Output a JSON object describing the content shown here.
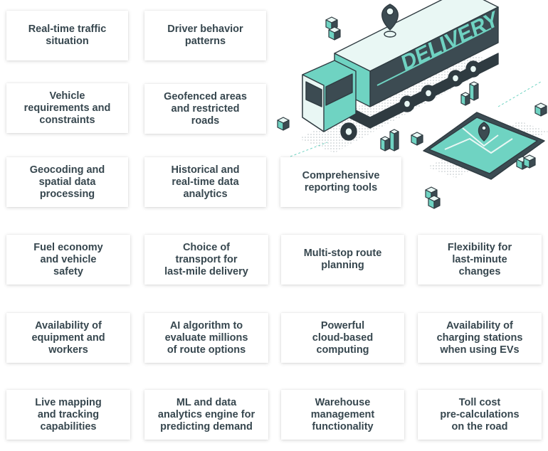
{
  "illustration": {
    "truck_sign": "DELIVERY",
    "colors": {
      "accent": "#6fd3c2",
      "dark": "#37474f",
      "line": "#2f3b41",
      "card_text": "#37474f"
    },
    "icons": [
      "delivery-truck-icon",
      "smartphone-map-icon",
      "location-pin-icon",
      "package-boxes-icon",
      "bar-chart-icon"
    ]
  },
  "cards": [
    {
      "id": "real-time-traffic",
      "text": "Real-time traffic\nsituation"
    },
    {
      "id": "driver-behavior",
      "text": "Driver behavior\npatterns"
    },
    {
      "id": "vehicle-requirements",
      "text": "Vehicle\nrequirements and\nconstraints"
    },
    {
      "id": "geofenced-areas",
      "text": "Geofenced areas\nand restricted\nroads"
    },
    {
      "id": "geocoding",
      "text": "Geocoding and\nspatial data\nprocessing"
    },
    {
      "id": "historical-analytics",
      "text": "Historical and\nreal-time data\nanalytics"
    },
    {
      "id": "reporting-tools",
      "text": "Comprehensive\nreporting tools"
    },
    {
      "id": "fuel-economy",
      "text": "Fuel economy\nand vehicle\nsafety"
    },
    {
      "id": "transport-choice",
      "text": "Choice of\ntransport for\nlast-mile delivery"
    },
    {
      "id": "multi-stop",
      "text": "Multi-stop route\nplanning"
    },
    {
      "id": "flexibility",
      "text": "Flexibility for\nlast-minute\nchanges"
    },
    {
      "id": "equipment-workers",
      "text": "Availability of\nequipment and\nworkers"
    },
    {
      "id": "ai-algorithm",
      "text": "AI algorithm to\nevaluate millions\nof route options"
    },
    {
      "id": "cloud-computing",
      "text": "Powerful\ncloud-based\ncomputing"
    },
    {
      "id": "charging-stations",
      "text": "Availability of\ncharging stations\nwhen using EVs"
    },
    {
      "id": "live-mapping",
      "text": "Live mapping\nand tracking\ncapabilities"
    },
    {
      "id": "ml-engine",
      "text": "ML and data\nanalytics engine for\npredicting demand"
    },
    {
      "id": "warehouse",
      "text": "Warehouse\nmanagement\nfunctionality"
    },
    {
      "id": "toll-cost",
      "text": "Toll cost\npre-calculations\non the road"
    }
  ]
}
